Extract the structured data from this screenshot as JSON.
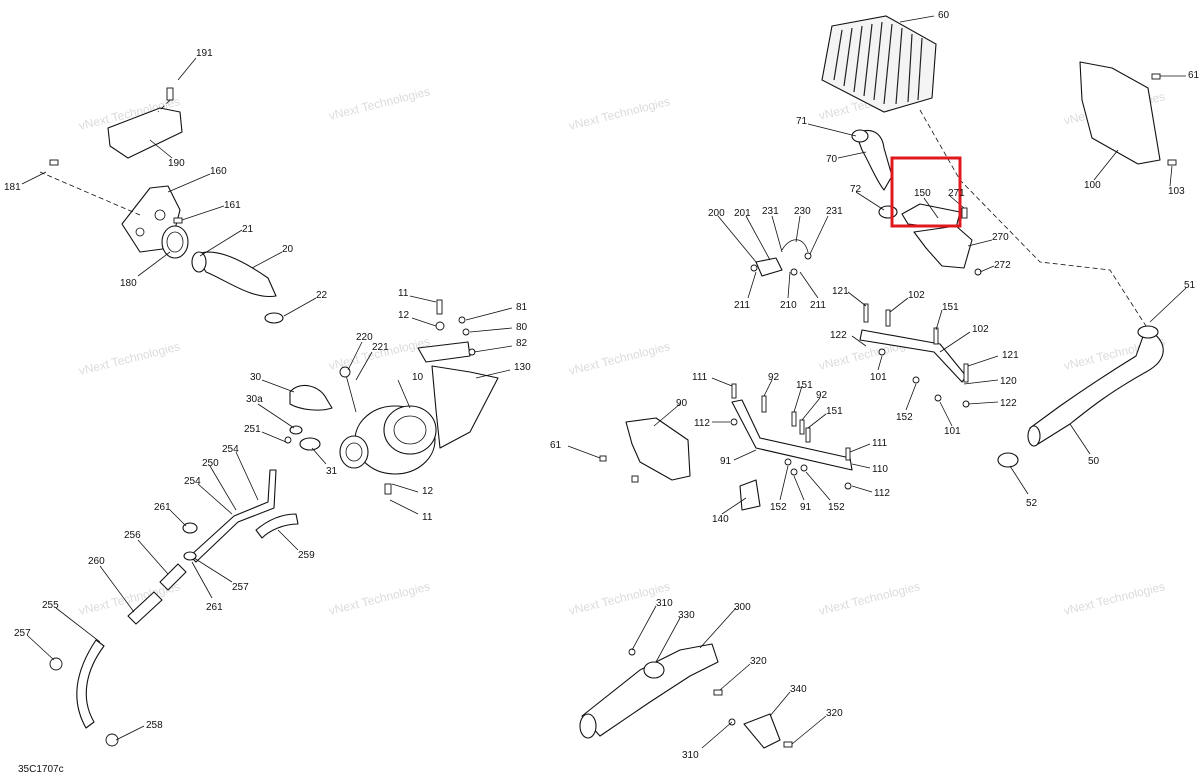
{
  "diagram_code": "35C1707c",
  "watermark_text": "vNext Technologies",
  "highlight": {
    "color": "#e0191e",
    "target_part": "150"
  },
  "callouts": [
    "191",
    "190",
    "181",
    "160",
    "161",
    "21",
    "20",
    "180",
    "22",
    "11",
    "12",
    "81",
    "80",
    "82",
    "220",
    "221",
    "130",
    "10",
    "30",
    "30a",
    "31",
    "12",
    "11",
    "251",
    "250",
    "254",
    "254",
    "259",
    "261",
    "256",
    "257",
    "261",
    "260",
    "255",
    "257",
    "258",
    "60",
    "71",
    "70",
    "72",
    "150",
    "271",
    "61",
    "100",
    "103",
    "200",
    "201",
    "231",
    "230",
    "231",
    "211",
    "210",
    "211",
    "270",
    "272",
    "121",
    "102",
    "122",
    "151",
    "102",
    "121",
    "101",
    "120",
    "152",
    "101",
    "122",
    "111",
    "92",
    "151",
    "92",
    "151",
    "112",
    "90",
    "61",
    "91",
    "111",
    "110",
    "112",
    "140",
    "152",
    "91",
    "152",
    "51",
    "50",
    "52",
    "310",
    "330",
    "300",
    "320",
    "340",
    "320",
    "310"
  ]
}
